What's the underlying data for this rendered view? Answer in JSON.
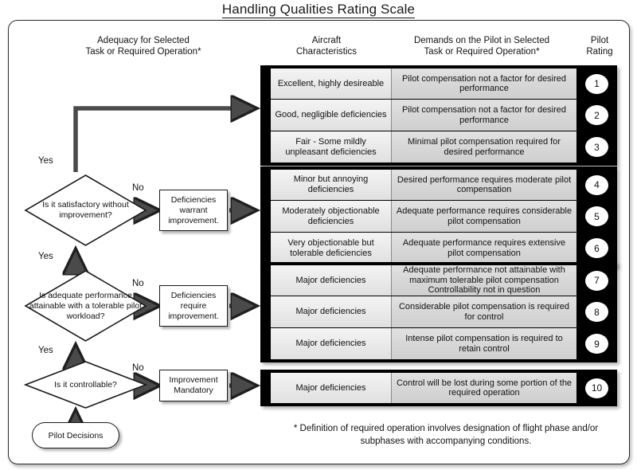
{
  "title": "Handling Qualities Rating Scale",
  "headers": {
    "adequacy": "Adequacy for Selected\nTask or Required  Operation*",
    "adequacy_line1": "Adequacy for Selected",
    "adequacy_line2": "Task or Required  Operation*",
    "aircraft_line1": "Aircraft",
    "aircraft_line2": "Characteristics",
    "demands_line1": "Demands on the Pilot in Selected",
    "demands_line2": "Task or Required Operation*",
    "rating_line1": "Pilot",
    "rating_line2": "Rating"
  },
  "groups": [
    {
      "id": "group-1",
      "rows": [
        {
          "characteristics": "Excellent, highly desireable",
          "demands": "Pilot compensation not a factor for desired performance",
          "rating": "1"
        },
        {
          "characteristics": "Good, negligible deficiencies",
          "demands": "Pilot compensation not a factor for desired performance",
          "rating": "2"
        },
        {
          "characteristics": "Fair - Some mildly unpleasant deficiencies",
          "demands": "Minimal pilot compensation required for desired performance",
          "rating": "3"
        }
      ]
    },
    {
      "id": "group-2",
      "rows": [
        {
          "characteristics": "Minor but annoying deficiencies",
          "demands": "Desired performance requires moderate pilot compensation",
          "rating": "4"
        },
        {
          "characteristics": "Moderately objectionable deficiencies",
          "demands": "Adequate performance requires considerable pilot compensation",
          "rating": "5"
        },
        {
          "characteristics": "Very objectionable but tolerable deficiencies",
          "demands": "Adequate performance requires extensive pilot compensation",
          "rating": "6"
        }
      ]
    },
    {
      "id": "group-3",
      "rows": [
        {
          "characteristics": "Major deficiencies",
          "demands": "Adequate performance not attainable with maximum tolerable pilot compensation Controllability not in question",
          "rating": "7"
        },
        {
          "characteristics": "Major deficiencies",
          "demands": "Considerable pilot compensation is required for control",
          "rating": "8"
        },
        {
          "characteristics": "Major deficiencies",
          "demands": "Intense pilot compensation is required to retain control",
          "rating": "9"
        }
      ]
    },
    {
      "id": "group-4",
      "rows": [
        {
          "characteristics": "Major deficiencies",
          "demands": "Control will be lost during some portion of the required operation",
          "rating": "10"
        }
      ]
    }
  ],
  "flow": {
    "decisions": [
      {
        "id": "dia-1",
        "text": "Is it satisfactory without improvement?"
      },
      {
        "id": "dia-2",
        "text": "Is adequate performance attainable with a tolerable pilot workload?"
      },
      {
        "id": "dia-3",
        "text": "Is it controllable?"
      }
    ],
    "processes": [
      {
        "id": "box-1",
        "text": "Deficiencies warrant improvement."
      },
      {
        "id": "box-2",
        "text": "Deficiencies require improvement."
      },
      {
        "id": "box-3",
        "text": "Improvement Mandatory"
      }
    ],
    "terminator": "Pilot Decisions",
    "labels": {
      "yes_1": "Yes",
      "yes_2": "Yes",
      "yes_3": "Yes",
      "no_1": "No",
      "no_2": "No",
      "no_3": "No"
    }
  },
  "footnote": "* Definition of required operation involves designation of flight phase and/or subphases with accompanying conditions.",
  "colors": {
    "frame_border": "#2b2b2b",
    "group_bracket": "#000000",
    "cell_characteristics": "#ebebeb",
    "cell_demands": "#d8d8d8",
    "rating_block": "#000000",
    "connector": "#4a4a4a",
    "text": "#111111"
  }
}
